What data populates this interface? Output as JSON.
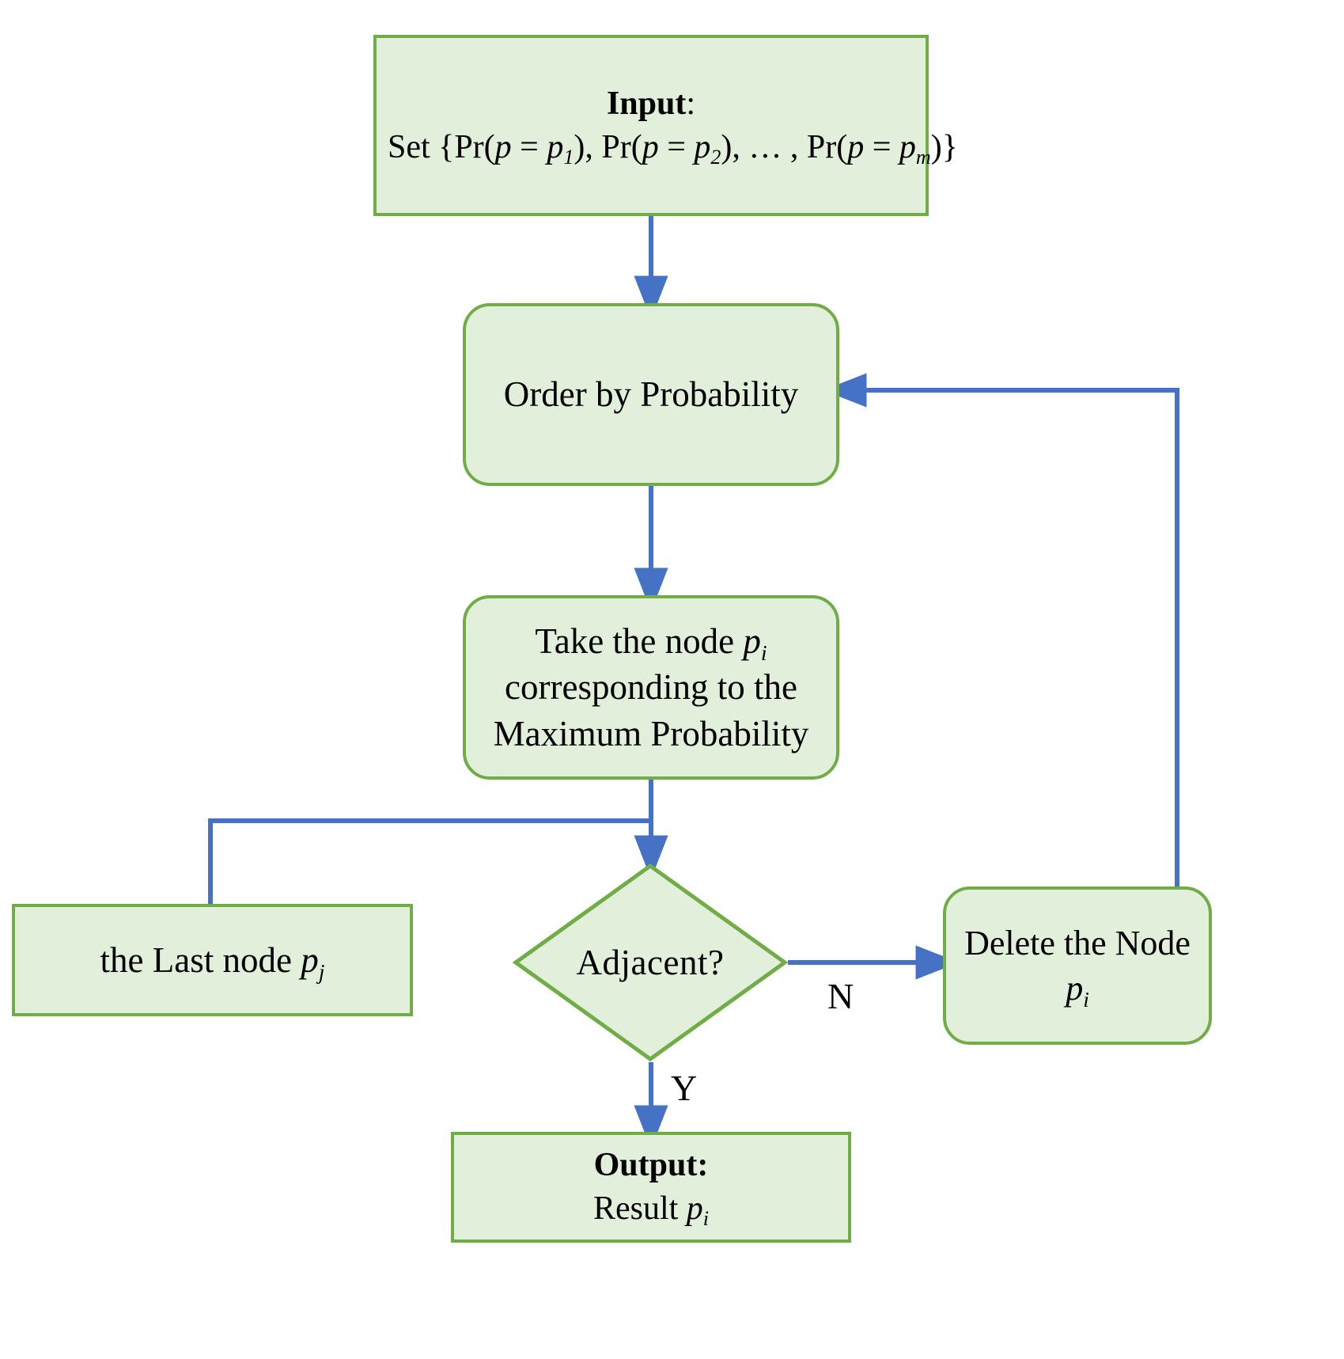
{
  "diagram": {
    "title": "Node selection by probability flowchart",
    "colors": {
      "node_fill": "#E2EFDA",
      "node_border": "#70AD47",
      "arrow": "#4572C4",
      "text": "#000000",
      "background": "#FFFFFF"
    }
  },
  "nodes": {
    "input": {
      "shape": "rectangle",
      "line1_label": "Input",
      "line1_suffix": ":",
      "line2_prefix": "Set {Pr(",
      "line2": "Set {Pr(p = p1), Pr(p = p2), … , Pr(p = pm)}",
      "line2_parts": {
        "set_open": "Set {Pr(",
        "p1": "p",
        "eq": " = ",
        "p1v": "p",
        "sub1": "1",
        "mid": "), Pr(",
        "sub2": "2",
        "ellipsis": "), … , Pr(",
        "subm": "m",
        "close": ")}"
      }
    },
    "order": {
      "shape": "rounded-rectangle",
      "label": "Order by Probability"
    },
    "take": {
      "shape": "rounded-rectangle",
      "line1": "Take the node ",
      "line1_var": "p",
      "line1_sub": "i",
      "line2": "corresponding to the",
      "line3": "Maximum Probability"
    },
    "last": {
      "shape": "rectangle",
      "label": "the Last node ",
      "var": "p",
      "sub": "j"
    },
    "adjacent": {
      "shape": "diamond",
      "label": "Adjacent?"
    },
    "delete": {
      "shape": "rounded-rectangle",
      "line1": "Delete the Node",
      "var": "p",
      "sub": "i"
    },
    "output": {
      "shape": "rectangle",
      "line1": "Output:",
      "line2": "Result ",
      "var": "p",
      "sub": "i"
    }
  },
  "edge_labels": {
    "no": "N",
    "yes": "Y"
  }
}
